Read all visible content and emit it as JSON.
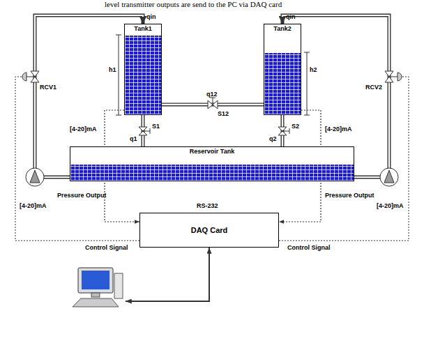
{
  "diagram": {
    "nodes": [
      {
        "text": [
          "Tank1"
        ]
      },
      {
        "text": [
          "Tank2"
        ]
      },
      {
        "text": [
          "Reservoir Tank"
        ]
      },
      {
        "text": [
          "DAQ Card"
        ]
      }
    ],
    "edges": [
      {
        "from": 0,
        "to": 1,
        "arrow": "none"
      },
      {
        "from": 0,
        "to": 2,
        "arrow": "none"
      },
      {
        "from": 1,
        "to": 2,
        "arrow": "none"
      },
      {
        "from": 2,
        "to": 0,
        "arrow": "to"
      },
      {
        "from": 2,
        "to": 1,
        "arrow": "to"
      },
      {
        "from": 0,
        "to": 3,
        "arrow": "to"
      },
      {
        "from": 1,
        "to": 3,
        "arrow": "to"
      }
    ],
    "labels": [
      "level transmitter outputs are send to the PC via DAQ card",
      "qin",
      "qin",
      "h1",
      "h2",
      "q12",
      "S12",
      "q1",
      "S1",
      "q2",
      "S2",
      "RCV1",
      "RCV2",
      "[4-20]mA",
      "[4-20]mA",
      "Pressure Output",
      "Pressure Output",
      "RS-232",
      "Control Signal",
      "Control Signal",
      "[4-20]mA",
      "[4-20]mA"
    ]
  }
}
